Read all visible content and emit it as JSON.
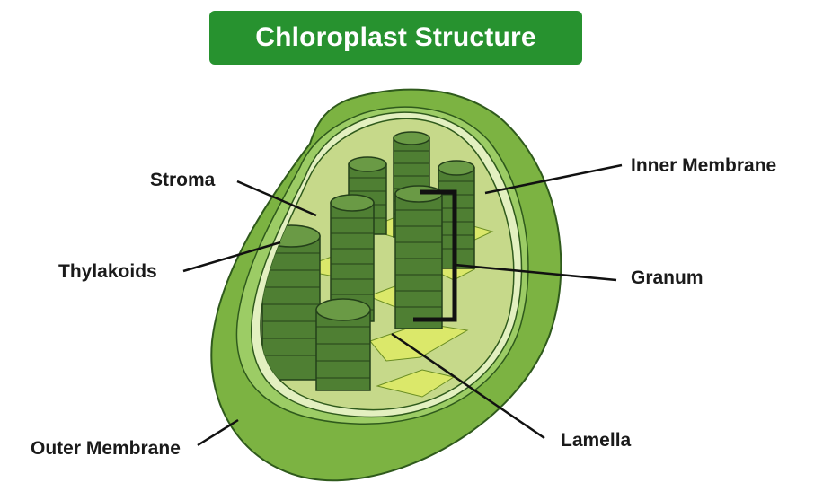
{
  "title": "Chloroplast Structure",
  "labels": {
    "stroma": "Stroma",
    "thylakoids": "Thylakoids",
    "outer_membrane": "Outer Membrane",
    "inner_membrane": "Inner Membrane",
    "granum": "Granum",
    "lamella": "Lamella"
  },
  "colors": {
    "title_bg": "#27922f",
    "outer_membrane": "#7cb342",
    "inner_membrane": "#e3f0c0",
    "stroma": "#c6d98a",
    "thylakoid": "#4f7f33",
    "lamella": "#dbe86a"
  }
}
